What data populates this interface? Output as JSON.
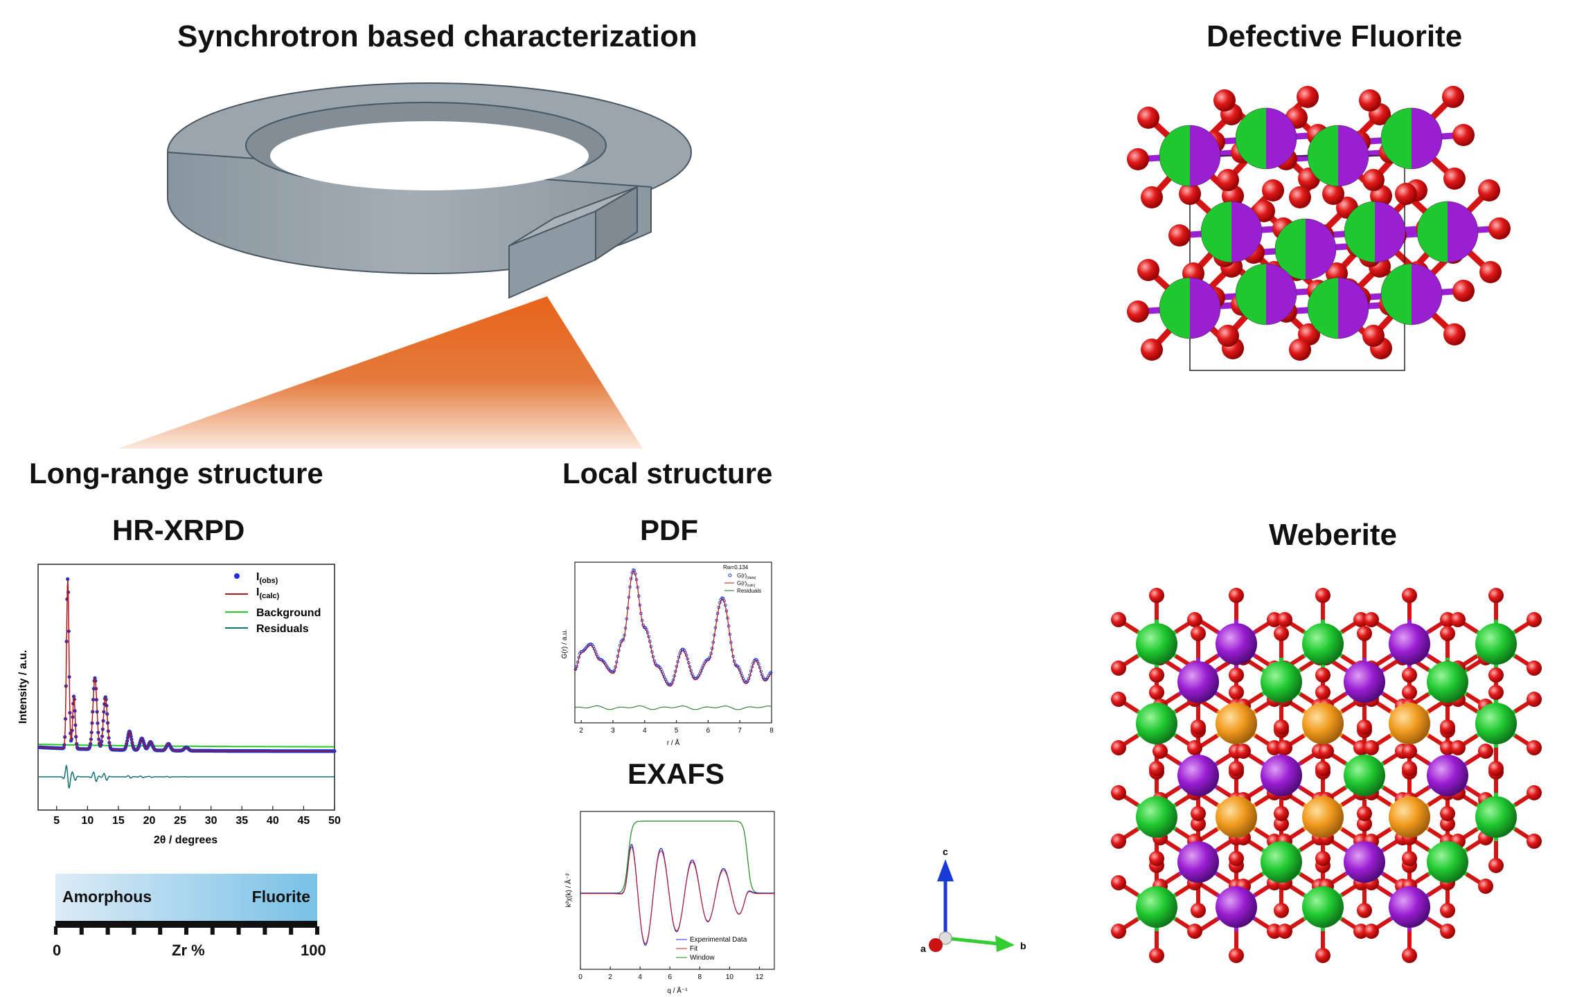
{
  "headings": {
    "synchrotron": "Synchrotron based characterization",
    "long_range": "Long-range structure",
    "local": "Local structure",
    "hrxrpd": "HR-XRPD",
    "pdf": "PDF",
    "exafs": "EXAFS",
    "defective_fluorite": "Defective Fluorite",
    "weberite": "Weberite"
  },
  "composition_bar": {
    "left_label": "Amorphous",
    "right_label": "Fluorite",
    "min_label": "0",
    "axis_label": "Zr %",
    "max_label": "100",
    "colors": [
      "#dbe9f6",
      "#7ec3e6"
    ]
  },
  "axes_triad": {
    "a": "a",
    "b": "b",
    "c": "c"
  },
  "colors": {
    "ring": "#95a1aa",
    "beam": "#e8631a",
    "oxygen": "#dd1111",
    "cation_green": "#22c832",
    "cation_purple": "#9a1ed2",
    "cation_orange": "#f09a1e"
  },
  "chart_data": [
    {
      "type": "line",
      "xlabel": "2θ / degrees",
      "ylabel": "Intensity / a.u.",
      "xlim": [
        2,
        50
      ],
      "xticks": [
        "5",
        "10",
        "15",
        "20",
        "25",
        "30",
        "35",
        "40",
        "45",
        "50"
      ],
      "legend_position": "top-right",
      "series": [
        {
          "name": "I",
          "sub": "(obs)",
          "style": "points",
          "color": "#1a30d8"
        },
        {
          "name": "I",
          "sub": "(calc)",
          "style": "line",
          "color": "#b01818"
        },
        {
          "name": "Background",
          "style": "line",
          "color": "#22cc22"
        },
        {
          "name": "Residuals",
          "style": "line",
          "color": "#127070"
        }
      ],
      "peaks": [
        {
          "x": 6.8,
          "y": 1.0
        },
        {
          "x": 7.8,
          "y": 0.31
        },
        {
          "x": 11.2,
          "y": 0.42
        },
        {
          "x": 12.9,
          "y": 0.31
        },
        {
          "x": 16.8,
          "y": 0.11
        },
        {
          "x": 18.8,
          "y": 0.07
        },
        {
          "x": 20.2,
          "y": 0.05
        },
        {
          "x": 23.1,
          "y": 0.04
        },
        {
          "x": 26.0,
          "y": 0.02
        }
      ]
    },
    {
      "type": "line",
      "xlabel": "r / Å",
      "ylabel": "G(r) / a.u.",
      "xlim": [
        1.8,
        8
      ],
      "xticks": [
        "2",
        "3",
        "4",
        "5",
        "6",
        "7",
        "8"
      ],
      "annotation": "Rw=0.134",
      "legend_position": "top-right",
      "series": [
        {
          "name": "G(r)",
          "sub": "(data)",
          "style": "points",
          "color": "#1a30d8"
        },
        {
          "name": "G(r)",
          "sub": "(calc)",
          "style": "line",
          "color": "#b01818"
        },
        {
          "name": "Residuals",
          "style": "line",
          "color": "#127012"
        }
      ],
      "points": [
        {
          "x": 1.8,
          "y": 0.22
        },
        {
          "x": 2.0,
          "y": 0.36
        },
        {
          "x": 2.3,
          "y": 0.42
        },
        {
          "x": 2.6,
          "y": 0.3
        },
        {
          "x": 3.0,
          "y": 0.2
        },
        {
          "x": 3.3,
          "y": 0.45
        },
        {
          "x": 3.65,
          "y": 1.0
        },
        {
          "x": 4.0,
          "y": 0.55
        },
        {
          "x": 4.4,
          "y": 0.25
        },
        {
          "x": 4.8,
          "y": 0.1
        },
        {
          "x": 5.2,
          "y": 0.38
        },
        {
          "x": 5.6,
          "y": 0.15
        },
        {
          "x": 6.0,
          "y": 0.3
        },
        {
          "x": 6.45,
          "y": 0.78
        },
        {
          "x": 6.9,
          "y": 0.25
        },
        {
          "x": 7.2,
          "y": 0.12
        },
        {
          "x": 7.5,
          "y": 0.3
        },
        {
          "x": 7.8,
          "y": 0.14
        },
        {
          "x": 8.0,
          "y": 0.2
        }
      ]
    },
    {
      "type": "line",
      "xlabel": "q / Å⁻¹",
      "ylabel": "k²χ(k) / Å⁻²",
      "xlim": [
        0,
        13
      ],
      "xticks": [
        "0",
        "2",
        "4",
        "6",
        "8",
        "10",
        "12"
      ],
      "legend_position": "bottom-right",
      "series": [
        {
          "name": "Experimental Data",
          "style": "line",
          "color": "#2a2ad0"
        },
        {
          "name": "Fit",
          "style": "line",
          "color": "#c82020"
        },
        {
          "name": "Window",
          "style": "line",
          "color": "#1a8a1a"
        }
      ],
      "window": [
        3.2,
        11.2
      ]
    }
  ]
}
